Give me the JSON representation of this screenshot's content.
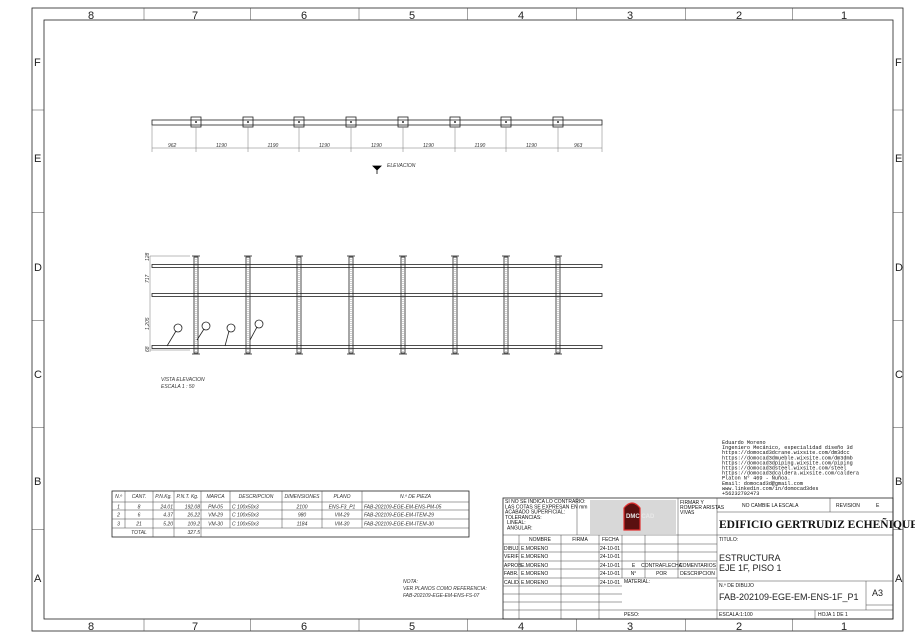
{
  "zones": {
    "columns": [
      "8",
      "7",
      "6",
      "5",
      "4",
      "3",
      "2",
      "1"
    ],
    "rows": [
      "F",
      "E",
      "D",
      "C",
      "B",
      "A"
    ]
  },
  "top_view": {
    "dimensions": [
      "962",
      "1190",
      "1190",
      "1190",
      "1190",
      "1190",
      "1190",
      "1190",
      "963"
    ],
    "arrow_label": "ELEVACION"
  },
  "elevation_view": {
    "title": "VISTA ELEVACION",
    "scale": "ESCALA 1 : 50",
    "vertical_dimensions": [
      "128",
      "717",
      "1,205",
      "68"
    ]
  },
  "parts_table": {
    "headers": [
      "N.º",
      "CANT.",
      "P.N.Kg.",
      "P.N.T. Kg.",
      "MARCA",
      "DESCRIPCION",
      "DIMENSIONES",
      "PLANO",
      "N.º DE PIEZA"
    ],
    "rows": [
      [
        "1",
        "8",
        "24.01",
        "192.08",
        "PM-05",
        "C 100x50x3",
        "2100",
        "ENS-F3_P1",
        "FAB-202109-EGE-EM-ENS-PM-05"
      ],
      [
        "2",
        "6",
        "4.37",
        "26.22",
        "VM-29",
        "C 100x50x3",
        "980",
        "VM-29",
        "FAB-202109-EGE-EM-ITEM-29"
      ],
      [
        "3",
        "21",
        "5.20",
        "109.2",
        "VM-30",
        "C 100x50x3",
        "1184",
        "VM-30",
        "FAB-202109-EGE-EM-ITEM-30"
      ]
    ],
    "total_label": "TOTAL",
    "total_value": "327.5"
  },
  "note": {
    "title": "NOTA:",
    "line1": "VER PLANOS COMO REFERENCIA:",
    "line2": "FAB-202109-EGE-EM-ENS-FS-07"
  },
  "contact": [
    "Eduardo Moreno",
    "Ingeniero Mecánico, especialidad diseño 3d",
    "https://domocad3dcrane.wixsite.com/dm3dcc",
    "https://domocad3dmueble.wixsite.com/dm3dmb",
    "https://domocad3dpiping.wixsite.com/piping",
    "https://domocad3dsteel.wixsite.com/steel",
    "https://domocad3dcaldera.wixsite.com/caldera",
    "Platon N° 469 - Ñuñoa.",
    "Email: domocad3d@gmail.com",
    "www.linkedin.com/in/domocad3des",
    "+56232702473"
  ],
  "title_block": {
    "general_notes": [
      "SI NO SE INDICA LO CONTRARIO:",
      "LAS COTAS SE EXPRESAN EN mm",
      "ACABADO SUPERFICIAL:",
      "TOLERANCIAS:",
      "LINEAL:",
      "ANGULAR:"
    ],
    "logo_text": "DMC CAD",
    "edge_note": [
      "FIRMAR Y",
      "ROMPER ARISTAS",
      "VIVAS"
    ],
    "no_scale": "NO CAMBIE LA ESCALA",
    "revision_label": "REVISION",
    "revision_value": "E",
    "project": "EDIFICIO GERTRUDIZ ECHEÑIQUE",
    "sign_headers": [
      "NOMBRE",
      "FIRMA",
      "FECHA"
    ],
    "sign_rows": [
      {
        "role": "DIBUJ.",
        "name": "E.MORENO",
        "date": "24-10-01"
      },
      {
        "role": "VERIF.",
        "name": "E.MORENO",
        "date": "24-10-01"
      },
      {
        "role": "APROB.",
        "name": "E.MORENO",
        "date": "24-10-01"
      },
      {
        "role": "FABR.",
        "name": "E.MORENO",
        "date": "24-10-01"
      },
      {
        "role": "CALID.",
        "name": "E.MORENO",
        "date": "24-10-01"
      }
    ],
    "rev_row1": [
      "E",
      "CONTRAFLECHA",
      "COMENTARIOS"
    ],
    "rev_row2": [
      "N°",
      "POR",
      "DESCRIPCION"
    ],
    "material_label": "MATERIAL:",
    "weight_label": "PESO:",
    "title_label": "TITULO:",
    "title_line1": "ESTRUCTURA",
    "title_line2": "EJE 1F, PISO 1",
    "drawing_no_label": "N.º DE DIBUJO",
    "drawing_no": "FAB-202109-EGE-EM-ENS-1F_P1",
    "sheet_size": "A3",
    "scale": "ESCALA:1:100",
    "sheet": "HOJA 1 DE 1"
  }
}
